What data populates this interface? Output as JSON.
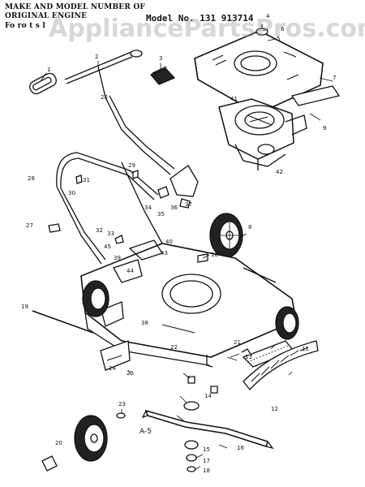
{
  "header": {
    "line1": "MAKE AND MODEL NUMBER OF",
    "line2": "ORIGINAL ENGINE",
    "line3": "Fo         ro      t    s       l"
  },
  "model": "Model No. 131 913714",
  "watermark": "AppliancePartsPros.com",
  "figure_label": "A-5",
  "callouts": [
    "1",
    "2",
    "3",
    "4",
    "5",
    "6",
    "7",
    "8",
    "9",
    "10",
    "11",
    "12",
    "13",
    "14",
    "15",
    "16",
    "17",
    "18",
    "19",
    "20",
    "21",
    "22",
    "23",
    "24",
    "25",
    "26",
    "27",
    "28",
    "29",
    "30",
    "31",
    "32",
    "33",
    "34",
    "35",
    "36",
    "37",
    "38",
    "39",
    "40",
    "41",
    "42",
    "43",
    "44",
    "45"
  ]
}
